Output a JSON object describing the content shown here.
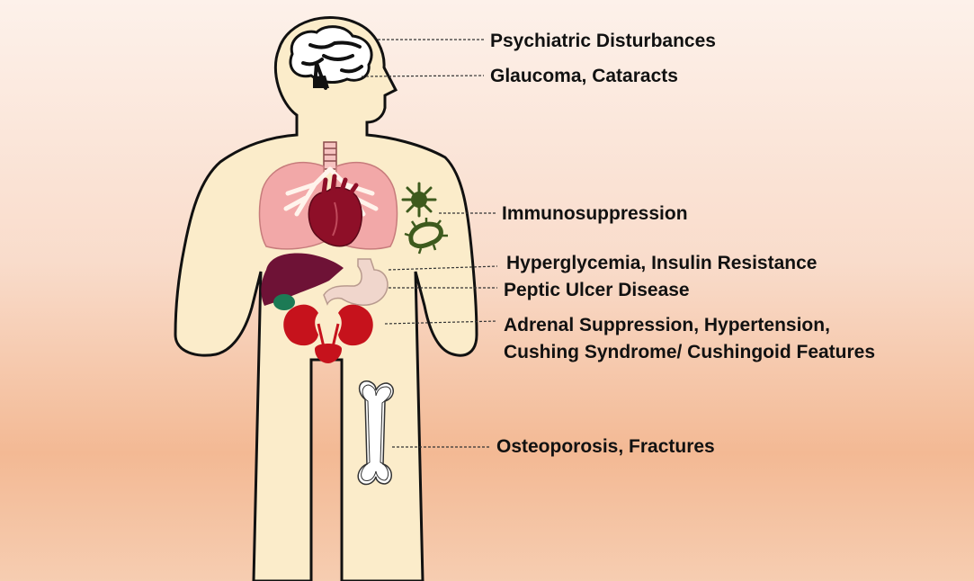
{
  "colors": {
    "skin": "#fbecca",
    "outline": "#111111",
    "lungs": "#f2a8a8",
    "heart": "#8e0f28",
    "liver": "#6e1236",
    "gallbladder": "#1c7a55",
    "stomach": "#f0d6cc",
    "kidneys": "#c6121c",
    "pathogen": "#3d5a1d",
    "bone": "#ffffff"
  },
  "effects": [
    {
      "id": "psychiatric",
      "text": "Psychiatric Disturbances",
      "organ": "brain-icon"
    },
    {
      "id": "eye",
      "text": "Glaucoma, Cataracts",
      "organ": "head"
    },
    {
      "id": "immune",
      "text": "Immunosuppression",
      "organ": "pathogen-icon"
    },
    {
      "id": "glucose",
      "text": "Hyperglycemia, Insulin Resistance",
      "organ": "pancreas"
    },
    {
      "id": "ulcer",
      "text": "Peptic Ulcer Disease",
      "organ": "stomach-icon"
    },
    {
      "id": "adrenal",
      "lines": [
        "Adrenal Suppression, Hypertension,",
        "Cushing Syndrome/ Cushingoid Features"
      ],
      "organ": "kidneys-icon"
    },
    {
      "id": "bone",
      "text": "Osteoporosis, Fractures",
      "organ": "bone-icon"
    }
  ]
}
